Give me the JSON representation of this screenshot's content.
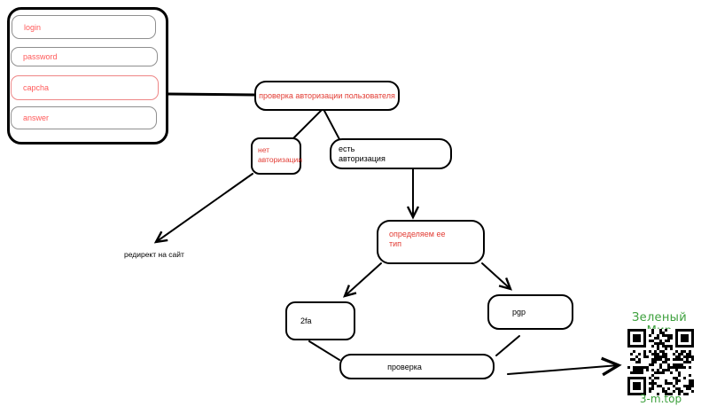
{
  "login_panel": {
    "fields": [
      {
        "label": "login"
      },
      {
        "label": "password"
      },
      {
        "label": "capcha",
        "highlighted": true
      },
      {
        "label": "answer"
      }
    ]
  },
  "flowchart": {
    "check_auth": {
      "label": "проверка авторизации пользователя"
    },
    "no_auth": {
      "line1": "нет",
      "line2": "авторизации"
    },
    "has_auth": {
      "line1": "есть",
      "line2": "авторизация"
    },
    "define_type": {
      "line1": "определяем ее",
      "line2": "тип"
    },
    "twofa": {
      "label": "2fa"
    },
    "pgp": {
      "label": "pgp"
    },
    "verify": {
      "label": "проверка"
    },
    "redirect_note": "редирект на сайт"
  },
  "qr_block": {
    "title": "Зеленый Мир",
    "caption": "3-m.top"
  },
  "colors": {
    "red_node": "#e23b33",
    "red_label": "#ff5a5a",
    "pink_border": "#ee8686",
    "gray_border": "#8f8f8f",
    "green": "#3da03d",
    "line": "#000000"
  }
}
